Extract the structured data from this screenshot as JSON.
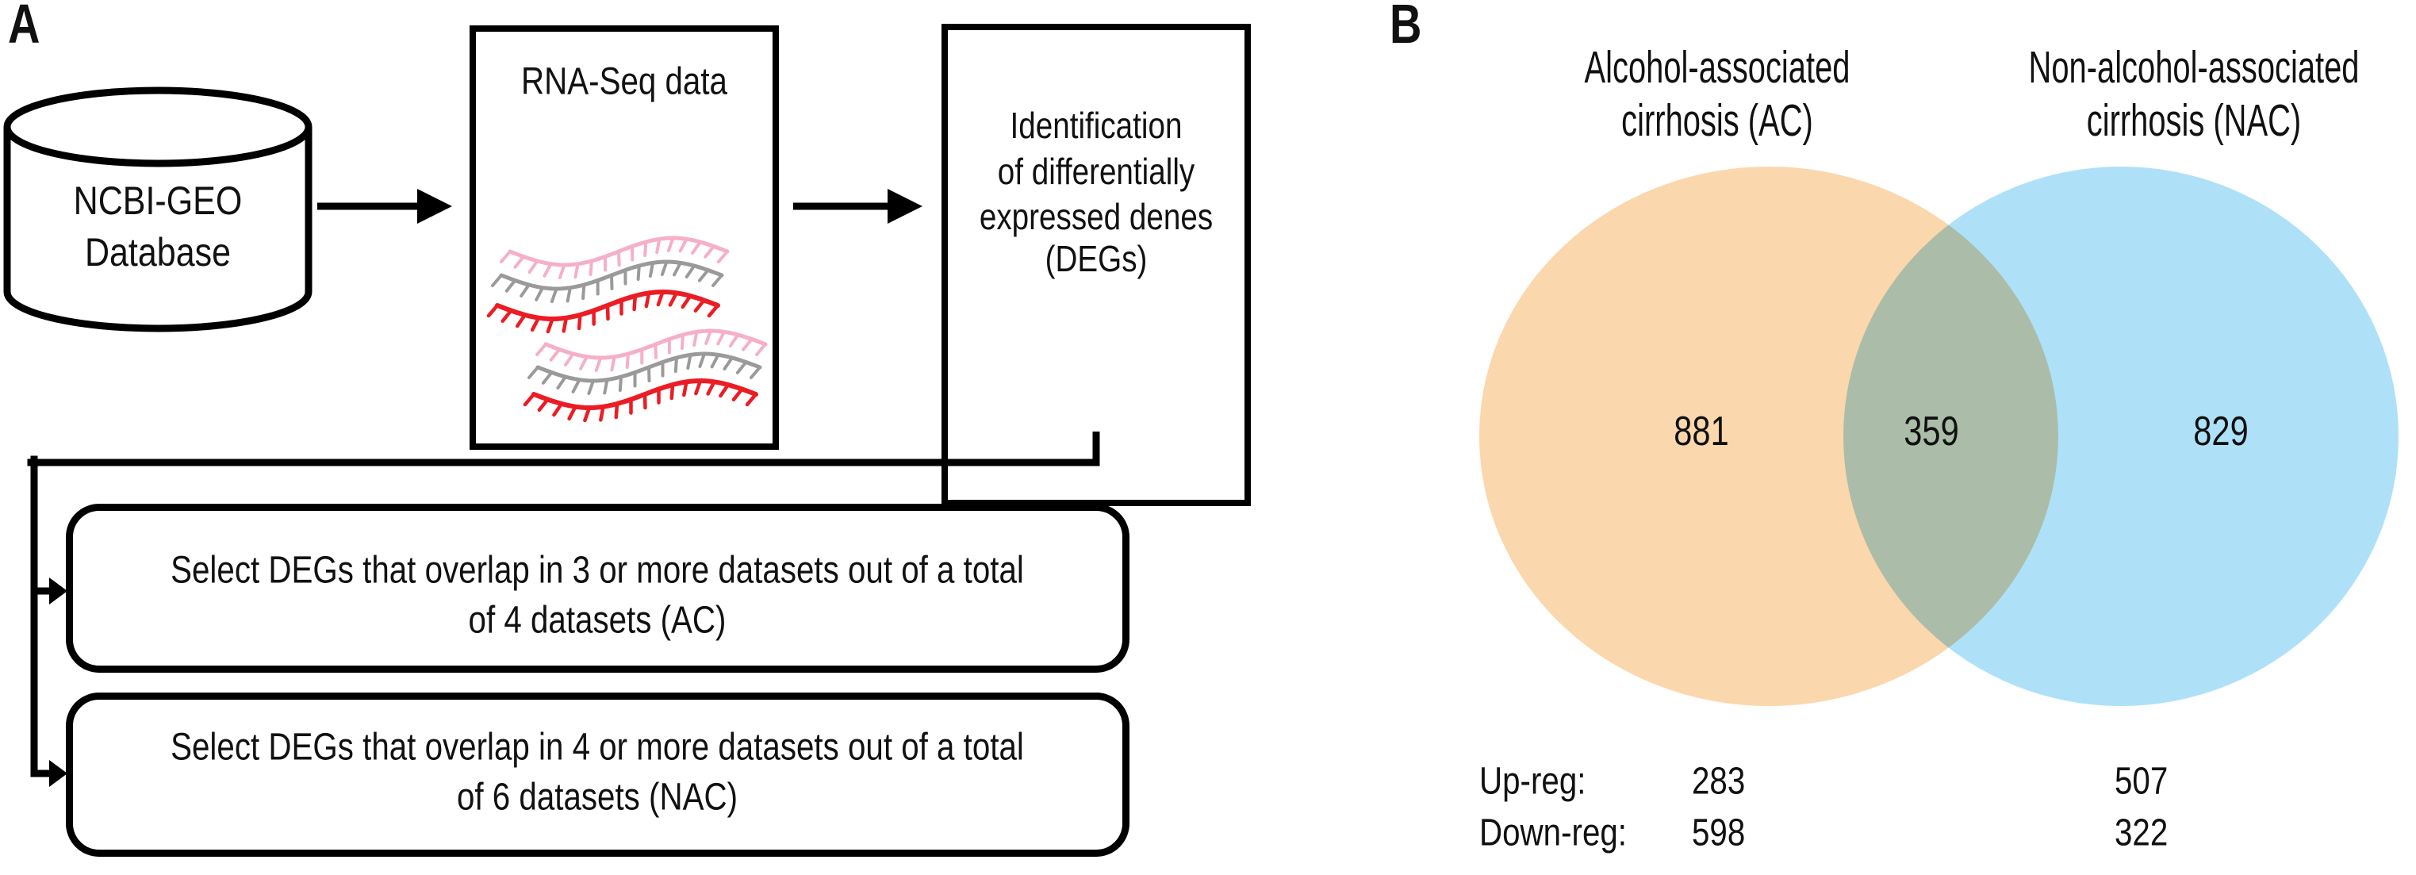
{
  "panel_a": {
    "label": "A",
    "database": {
      "line1": "NCBI-GEO",
      "line2": "Database"
    },
    "rna_box": {
      "title": "RNA-Seq data"
    },
    "deg_box": {
      "line1": "Identification",
      "line2": "of differentially",
      "line3": "expressed denes",
      "line4": "(DEGs)"
    },
    "select_box_ac": {
      "line1": "Select DEGs that overlap in 3 or more datasets out of a total",
      "line2": "of 4 datasets (AC)"
    },
    "select_box_nac": {
      "line1": "Select DEGs that overlap in 4 or more datasets out of a total",
      "line2": "of 6 datasets (NAC)"
    }
  },
  "panel_b": {
    "label": "B",
    "venn": {
      "left_title_line1": "Alcohol-associated",
      "left_title_line2": "cirrhosis (AC)",
      "right_title_line1": "Non-alcohol-associated",
      "right_title_line2": "cirrhosis (NAC)",
      "left_only": "881",
      "overlap": "359",
      "right_only": "829",
      "colors": {
        "left": "#FBD7AD",
        "right": "#AEE1F8",
        "overlap": "#ADC2BD"
      }
    },
    "stats": {
      "up_label": "Up-reg:",
      "down_label": "Down-reg:",
      "ac_up": "283",
      "ac_down": "598",
      "nac_up": "507",
      "nac_down": "322"
    }
  },
  "icons": {
    "rna_strand_colors": [
      "#F6AFC9",
      "#9A9A9A",
      "#EC1C24"
    ],
    "line_color": "#000000"
  }
}
